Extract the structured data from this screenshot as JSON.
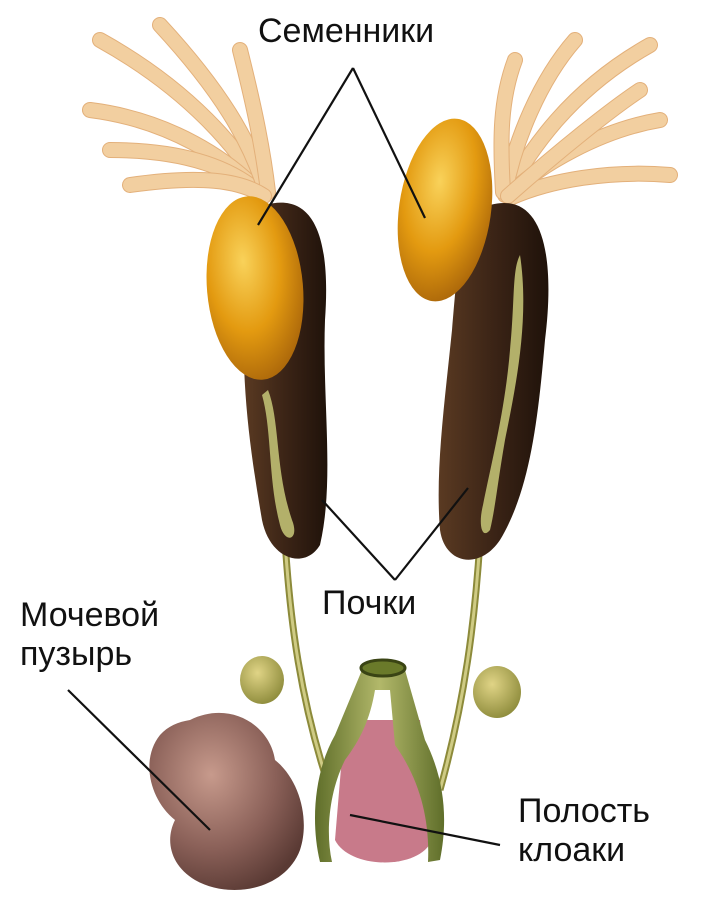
{
  "labels": {
    "testes": "Семенники",
    "kidneys": "Почки",
    "bladder": "Мочевой\nпузырь",
    "cloaca": "Полость\nклоаки"
  },
  "colors": {
    "testis": "#e0980c",
    "testis_light": "#f7c948",
    "kidney": "#3b2416",
    "duct": "#b3b06a",
    "fat_body": "#f2cfa0",
    "bladder": "#8a6058",
    "cloaca_green": "#7a8a3a",
    "cloaca_inner": "#c87a8a",
    "leader": "#111111"
  }
}
